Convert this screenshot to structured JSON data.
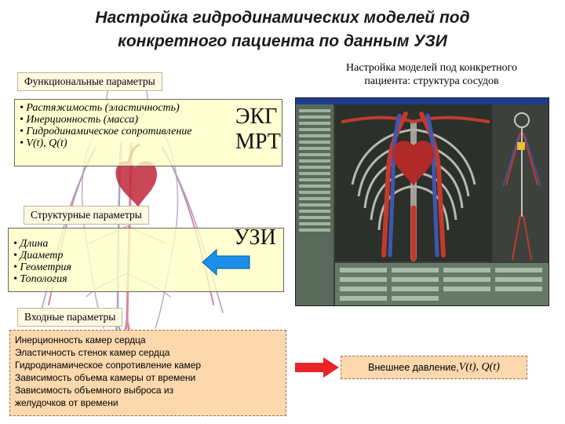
{
  "title": {
    "line1": "Настройка гидродинамических моделей под",
    "line2": "конкретного пациента по данным УЗИ"
  },
  "right_heading": {
    "line1": "Настройка моделей под конкретного",
    "line2": "пациента: структура сосудов"
  },
  "functional": {
    "label": "Функциональные параметры",
    "items": [
      "• Растяжимость (эластичность)",
      "• Инерционность (масса)",
      "• Гидродинамическое сопротивление",
      "• V(t), Q(t)"
    ],
    "methods": [
      "ЭКГ",
      "МРТ"
    ]
  },
  "structural": {
    "label": "Структурные параметры",
    "items": [
      "• Длина",
      "• Диаметр",
      "• Геометрия",
      "• Топология"
    ],
    "method": "УЗИ"
  },
  "input": {
    "label": "Входные параметры",
    "items": [
      "Инерционность камер сердца",
      "Эластичность стенок камер сердца",
      "Гидродинамическое сопротивление камер",
      "Зависимость объема камеры от времени",
      "Зависимость объемного выброса из",
      "желудочков от времени"
    ]
  },
  "outcome": {
    "prefix": "Внешнее давление, ",
    "vars": "V(t), Q(t)"
  },
  "colors": {
    "input_fill": "#fbd8ad",
    "param_fill": "#ffffc4",
    "arrow_red": "#e8242a",
    "arrow_blue": "#1d8fe8",
    "vessel_red": "#b8274a",
    "vessel_blue": "#5060a8"
  }
}
